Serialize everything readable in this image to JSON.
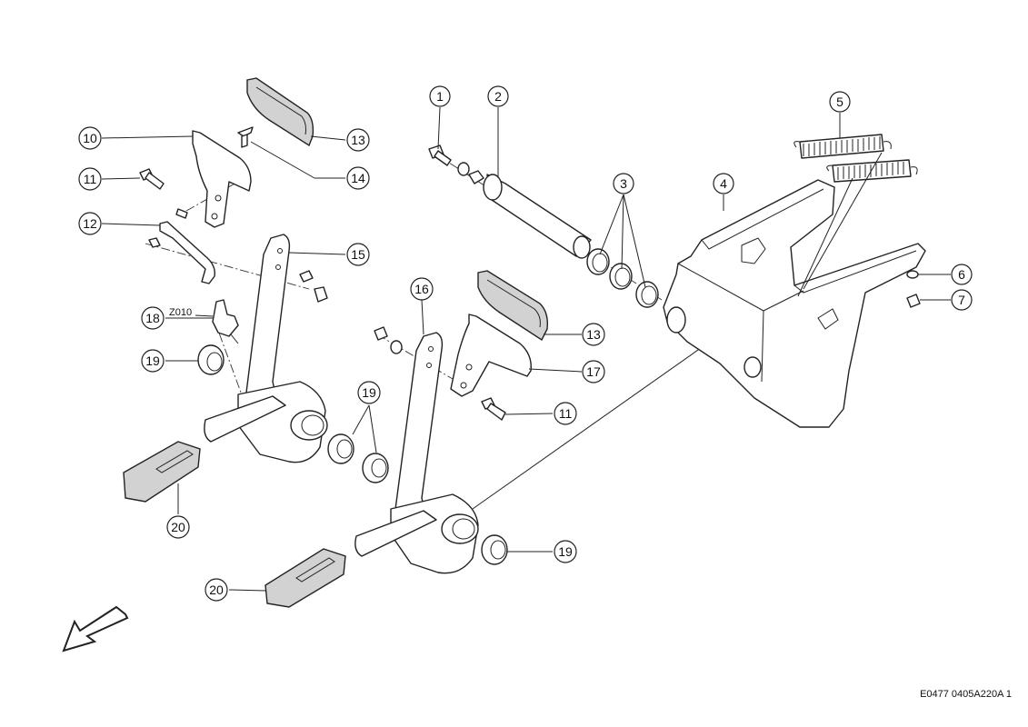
{
  "callouts": [
    {
      "id": "c1",
      "label": "1"
    },
    {
      "id": "c2",
      "label": "2"
    },
    {
      "id": "c3",
      "label": "3"
    },
    {
      "id": "c4",
      "label": "4"
    },
    {
      "id": "c5",
      "label": "5"
    },
    {
      "id": "c6",
      "label": "6"
    },
    {
      "id": "c7",
      "label": "7"
    },
    {
      "id": "c10",
      "label": "10"
    },
    {
      "id": "c11a",
      "label": "11"
    },
    {
      "id": "c11b",
      "label": "11"
    },
    {
      "id": "c12",
      "label": "12"
    },
    {
      "id": "c13a",
      "label": "13"
    },
    {
      "id": "c13b",
      "label": "13"
    },
    {
      "id": "c14",
      "label": "14"
    },
    {
      "id": "c15",
      "label": "15"
    },
    {
      "id": "c16",
      "label": "16"
    },
    {
      "id": "c17",
      "label": "17"
    },
    {
      "id": "c18",
      "label": "18"
    },
    {
      "id": "c19a",
      "label": "19"
    },
    {
      "id": "c19b",
      "label": "19"
    },
    {
      "id": "c19c",
      "label": "19"
    },
    {
      "id": "c20a",
      "label": "20"
    },
    {
      "id": "c20b",
      "label": "20"
    }
  ],
  "switch_label": "Z010",
  "document_ref": "E0477 0405A220A 1",
  "colors": {
    "line": "#222222",
    "pad_fill": "#d2d2d2",
    "background": "#ffffff"
  },
  "icons": {
    "direction_arrow": "arrow-down-left-icon"
  }
}
